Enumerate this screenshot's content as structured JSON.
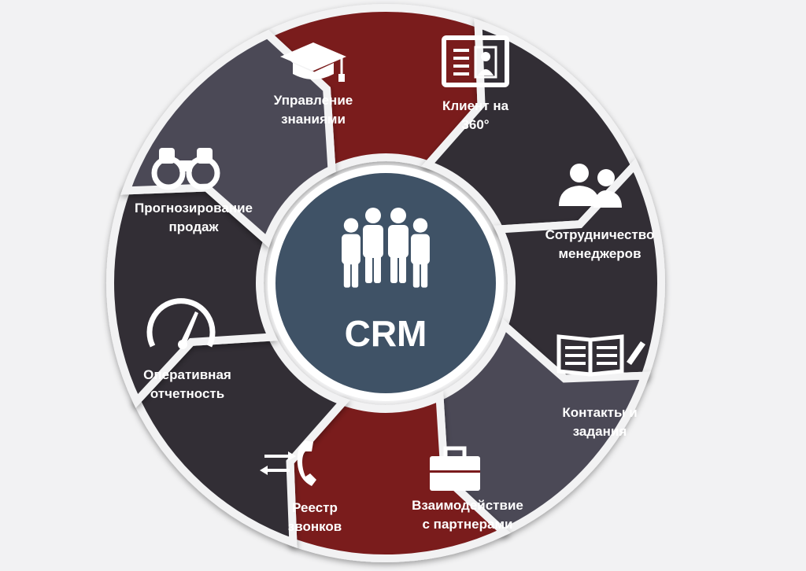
{
  "center": {
    "title": "CRM",
    "icon": "people-group-icon",
    "color": "#3f5266"
  },
  "colors": {
    "dark": "#302f35",
    "slate": "#4b4a57",
    "red": "#7a1a1c",
    "background": "#f2f2f3"
  },
  "segments": [
    {
      "id": "knowledge",
      "lines": [
        "Управление",
        "знаниями"
      ],
      "icon": "graduation-cap-icon",
      "color": "red"
    },
    {
      "id": "client360",
      "lines": [
        "Клиент на",
        "360°"
      ],
      "icon": "id-card-icon",
      "color": "dark"
    },
    {
      "id": "managers",
      "lines": [
        "Сотрудничество",
        "менеджеров"
      ],
      "icon": "two-people-icon",
      "color": "dark"
    },
    {
      "id": "contacts",
      "lines": [
        "Контакты и",
        "задания"
      ],
      "icon": "open-book-pen-icon",
      "color": "slate"
    },
    {
      "id": "partners",
      "lines": [
        "Взаимодействие",
        "с партнерами"
      ],
      "icon": "briefcase-icon",
      "color": "red"
    },
    {
      "id": "calls",
      "lines": [
        "Реестр",
        "звонков"
      ],
      "icon": "phone-arrows-icon",
      "color": "dark"
    },
    {
      "id": "reports",
      "lines": [
        "Оперативная",
        "отчетность"
      ],
      "icon": "speedometer-icon",
      "color": "dark"
    },
    {
      "id": "forecast",
      "lines": [
        "Прогнозирование",
        "продаж"
      ],
      "icon": "binoculars-icon",
      "color": "slate"
    }
  ]
}
